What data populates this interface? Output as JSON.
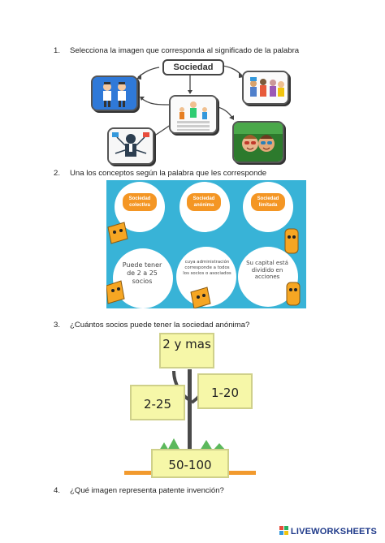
{
  "questions": [
    {
      "num": "1.",
      "text": "Selecciona la imagen que corresponda al significado de la palabra"
    },
    {
      "num": "2.",
      "text": "Una los conceptos según la palabra que les corresponde"
    },
    {
      "num": "3.",
      "text": "¿Cuántos socios puede tener la sociedad anónima?"
    },
    {
      "num": "4.",
      "text": "¿Qué imagen representa patente invención?"
    }
  ],
  "q1": {
    "title": "Sociedad"
  },
  "q2": {
    "pills": [
      "Sociedad colectiva",
      "Sociedad anónima",
      "Sociedad limitada"
    ],
    "texts": [
      "Puede tener de 2 a 25 socios",
      "cuya administración corresponde a todos los socios o asociados",
      "Su capital está dividido en acciones"
    ]
  },
  "q3": {
    "top": "2 y mas",
    "left": "2-25",
    "right": "1-20",
    "bottom": "50-100"
  },
  "footer": {
    "logo": "LIVEWORKSHEETS"
  },
  "colors": {
    "q2_bg": "#38b3d7",
    "pill": "#f49624",
    "card": "#f6f7a8",
    "ground": "#f29a2e",
    "grass": "#5cb85c"
  }
}
